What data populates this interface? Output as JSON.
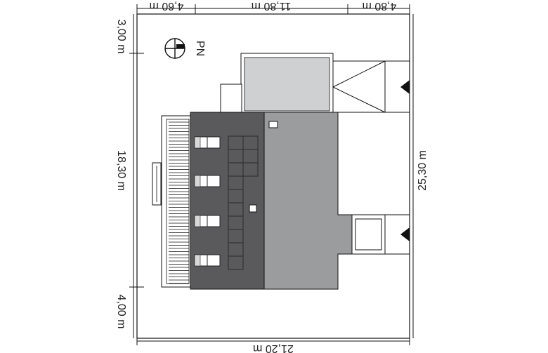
{
  "dimensions": {
    "top": [
      "4,60 m",
      "11,80 m",
      "4,80 m"
    ],
    "bottom": "21,20 m",
    "left": [
      "3,00 m",
      "18,30 m",
      "4,00 m"
    ],
    "right": "25,30 m"
  },
  "north_label": "PN",
  "colors": {
    "roof_dark": "#5a5a5c",
    "roof_medium": "#9b9c9e",
    "annex_light": "#cfd0d2",
    "line": "#111111"
  },
  "icons": [
    "north-arrow-icon",
    "entrance-arrow-icon"
  ]
}
